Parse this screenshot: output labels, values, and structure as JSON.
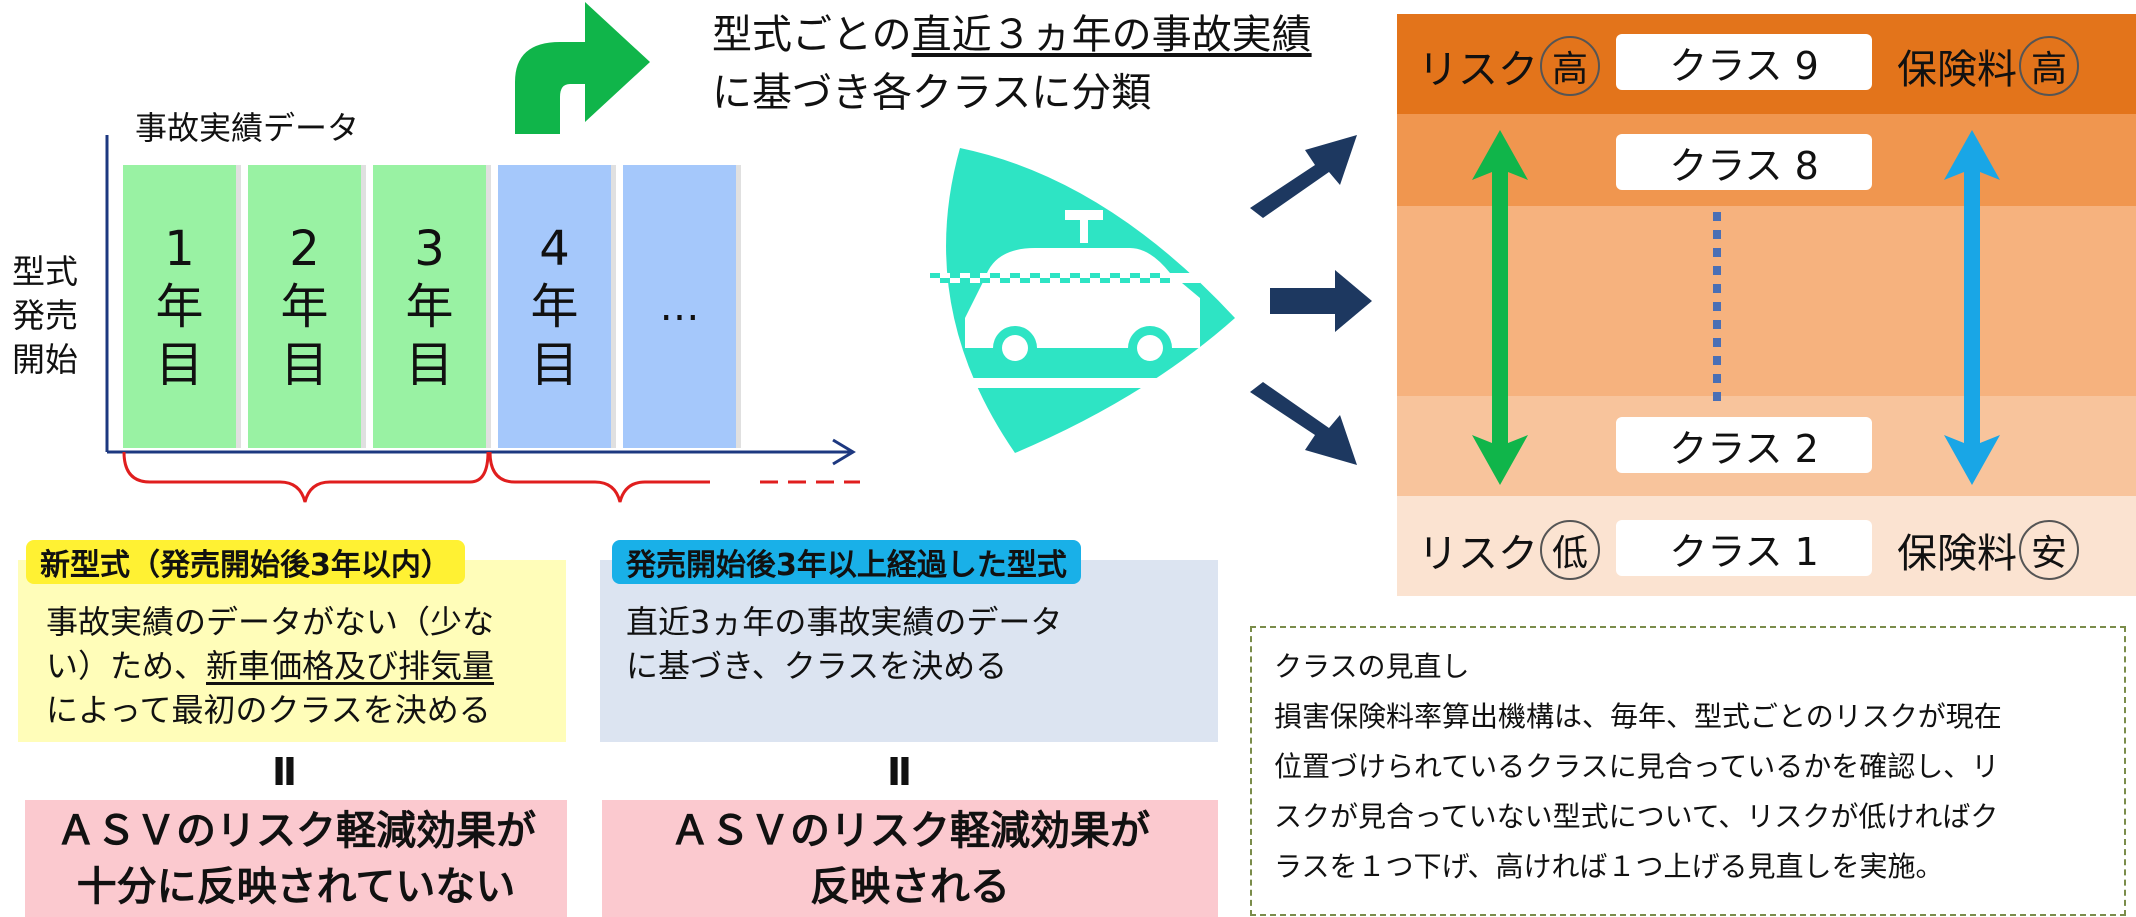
{
  "colors": {
    "green_bar": "#99f2a3",
    "blue_bar": "#a5c8fb",
    "yellow_tag": "#fff133",
    "blue_tag": "#19b0e8",
    "result_pink": "#fbc9cf",
    "risk_high": "#e3741b",
    "risk_low": "#fbe3d1",
    "arrow_green": "#10b54a",
    "arrow_blue": "#19a6e6",
    "arrow_navy": "#1d3860",
    "car_teal": "#2ee4c4"
  },
  "header": {
    "line1_prefix": "型式ごとの",
    "line1_underlined": "直近３ヵ年の事故実績",
    "line2": "に基づき各クラスに分類"
  },
  "timeline": {
    "y_axis_title": "事故実績データ",
    "origin_label": [
      "型式",
      "発売",
      "開始"
    ],
    "bars": [
      {
        "num": "1",
        "unit1": "年",
        "unit2": "目"
      },
      {
        "num": "2",
        "unit1": "年",
        "unit2": "目"
      },
      {
        "num": "3",
        "unit1": "年",
        "unit2": "目"
      },
      {
        "num": "4",
        "unit1": "年",
        "unit2": "目"
      },
      {
        "num": "…",
        "unit1": "",
        "unit2": ""
      }
    ]
  },
  "new_model": {
    "tag": "新型式（発売開始後3年以内）",
    "text_line1": "事故実績のデータがない（少な",
    "text_line2_a": "い）ため、",
    "text_line2_b": "新車価格及び排気量",
    "text_line3": "によって最初のクラスを決める",
    "equals": "Ⅱ",
    "result_line1": "ＡＳＶのリスク軽減効果が",
    "result_line2": "十分に反映されていない"
  },
  "old_model": {
    "tag": "発売開始後3年以上経過した型式",
    "text_line1": "直近3ヵ年の事故実績のデータ",
    "text_line2": "に基づき、クラスを決める",
    "equals": "Ⅱ",
    "result_line1": "ＡＳＶのリスク軽減効果が",
    "result_line2": "反映される"
  },
  "classes": {
    "top_risk_label": "リスク",
    "top_risk_circle": "高",
    "top_premium_label": "保険料",
    "top_premium_circle": "高",
    "bottom_risk_label": "リスク",
    "bottom_risk_circle": "低",
    "bottom_premium_label": "保険料",
    "bottom_premium_circle": "安",
    "class9": "クラス 9",
    "class8": "クラス 8",
    "class2": "クラス 2",
    "class1": "クラス 1"
  },
  "note": {
    "title": "クラスの見直し",
    "line1": "損害保険料率算出機構は、毎年、型式ごとのリスクが現在",
    "line2": "位置づけられているクラスに見合っているかを確認し、リ",
    "line3": "スクが見合っていない型式について、リスクが低ければク",
    "line4": "ラスを１つ下げ、高ければ１つ上げる見直しを実施。"
  }
}
